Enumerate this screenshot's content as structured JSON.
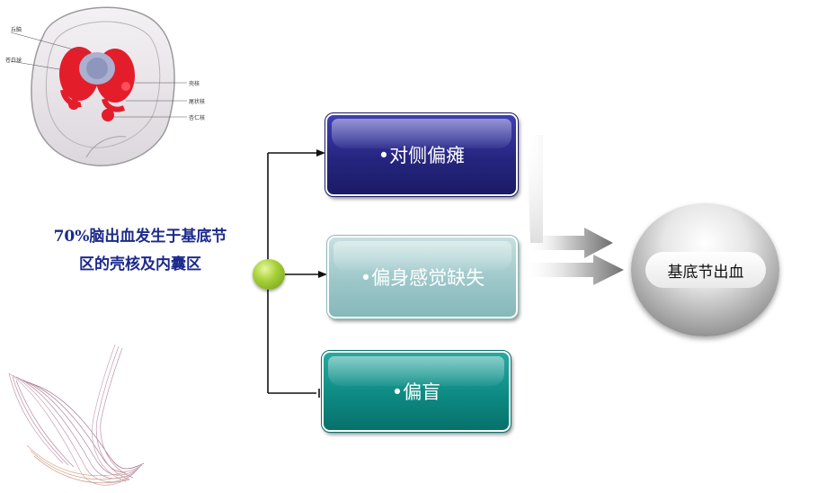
{
  "figure": {
    "labels": {
      "thalamus": "丘脑",
      "globus_pallidus": "苍白球",
      "putamen": "壳核",
      "caudate": "尾状核",
      "amygdala": "杏仁核"
    }
  },
  "caption": {
    "line1": "70%脑出血发生于基底节",
    "line2": "区的壳核及内囊区"
  },
  "symptoms": [
    {
      "label": "•对侧偏瘫"
    },
    {
      "label": "•偏身感觉缺失"
    },
    {
      "label": "•偏盲"
    }
  ],
  "target": {
    "label": "基底节出血"
  },
  "colors": {
    "caption_text": "#1c2a8c",
    "box1": "#25257f",
    "box2": "#9cc7c9",
    "box3": "#0d8a83",
    "node": "#a8d23a"
  }
}
